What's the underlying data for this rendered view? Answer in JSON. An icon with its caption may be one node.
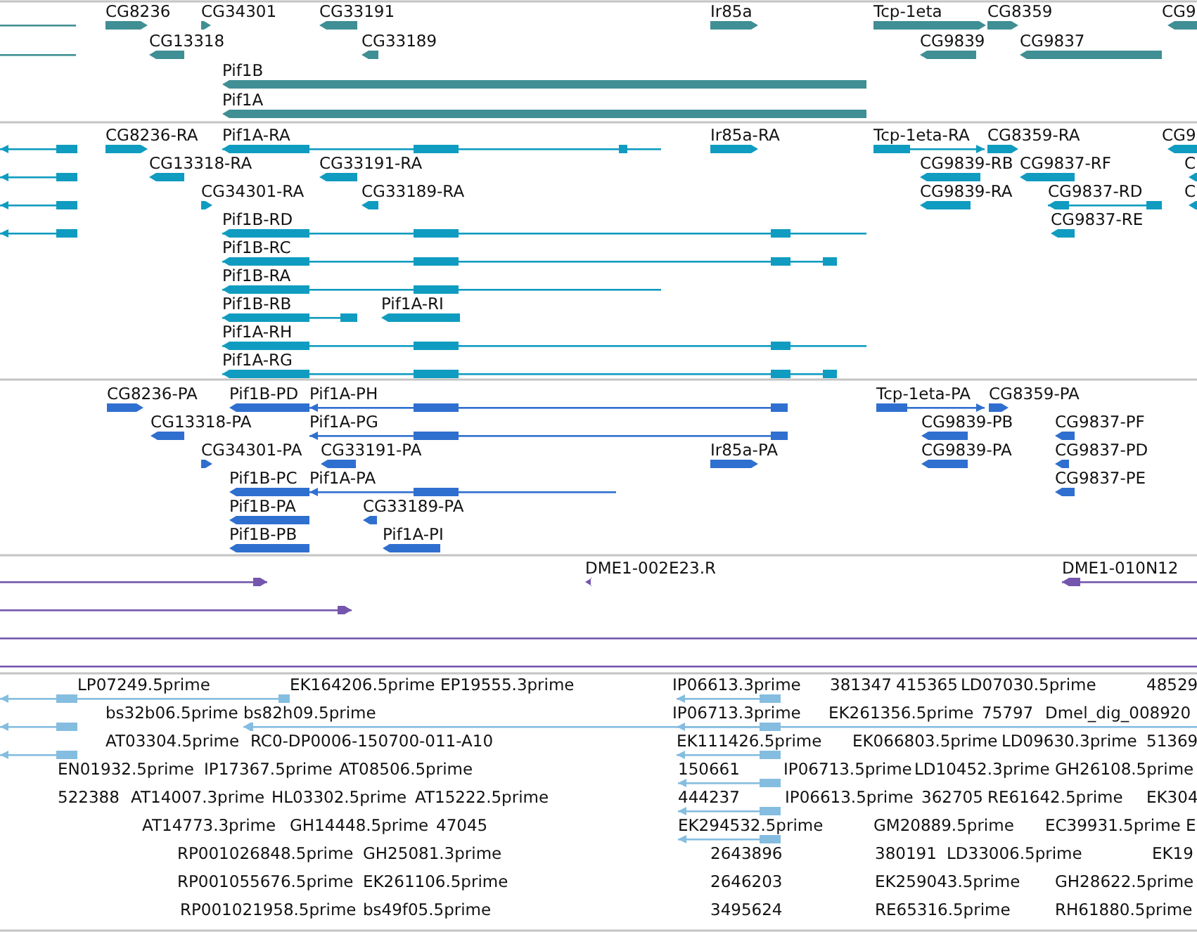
{
  "diagram": {
    "labels": [
      "CG8236",
      "CG34301",
      "CG33191",
      "Ir85a",
      "Tcp-1eta",
      "CG8359",
      "CG9",
      "CG13318",
      "CG33189",
      "CG9839",
      "CG9837",
      "Pif1B",
      "Pif1A",
      "CG8236-RA",
      "Pif1A-RA",
      "Ir85a-RA",
      "Tcp-1eta-RA",
      "CG8359-RA",
      "CG9",
      "CG13318-RA",
      "CG33191-RA",
      "CG9839-RB",
      "CG9837-RF",
      "C",
      "CG34301-RA",
      "CG33189-RA",
      "CG9839-RA",
      "CG9837-RD",
      "C",
      "Pif1B-RD",
      "CG9837-RE",
      "Pif1B-RC",
      "Pif1B-RA",
      "Pif1B-RB",
      "Pif1A-RI",
      "Pif1A-RH",
      "Pif1A-RG",
      "CG8236-PA",
      "Pif1B-PD",
      "Pif1A-PH",
      "Tcp-1eta-PA",
      "CG8359-PA",
      "CG13318-PA",
      "Pif1A-PG",
      "CG9839-PB",
      "CG9837-PF",
      "CG34301-PA",
      "CG33191-PA",
      "Ir85a-PA",
      "CG9839-PA",
      "CG9837-PD",
      "Pif1B-PC",
      "Pif1A-PA",
      "CG9837-PE",
      "Pif1B-PA",
      "CG33189-PA",
      "Pif1B-PB",
      "Pif1A-PI",
      "DME1-002E23.R",
      "DME1-010N12",
      "LP07249.5prime",
      "EK164206.5prime",
      "EP19555.3prime",
      "IP06613.3prime",
      "381347",
      "415365",
      "LD07030.5prime",
      "48529",
      "bs32b06.5prime",
      "bs82h09.5prime",
      "IP06713.3prime",
      "EK261356.5prime",
      "75797",
      "Dmel_dig_008920",
      "AT03304.5prime",
      "RC0-DP0006-150700-011-A10",
      "EK111426.5prime",
      "EK066803.5prime",
      "LD09630.3prime",
      "51369",
      "EN01932.5prime",
      "IP17367.5prime",
      "AT08506.5prime",
      "150661",
      "IP06713.5prime",
      "LD10452.3prime",
      "GH26108.5prime",
      "522388",
      "AT14007.3prime",
      "HL03302.5prime",
      "AT15222.5prime",
      "444237",
      "IP06613.5prime",
      "362705",
      "RE61642.5prime",
      "EK304",
      "AT14773.3prime",
      "GH14448.5prime",
      "47045",
      "EK294532.5prime",
      "GM20889.5prime",
      "EC39931.5prime",
      "E",
      "RP001026848.5prime",
      "GH25081.3prime",
      "2643896",
      "380191",
      "LD33006.5prime",
      "EK19",
      "RP001055676.5prime",
      "EK261106.5prime",
      "2646203",
      "EK259043.5prime",
      "GH28622.5prime",
      "RP001021958.5prime",
      "bs49f05.5prime",
      "3495624",
      "RE65316.5prime",
      "RH61880.5prime"
    ]
  }
}
